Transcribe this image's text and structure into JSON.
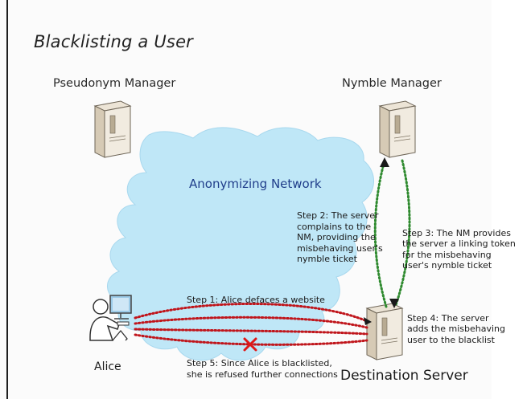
{
  "title": "Blacklisting a User",
  "nodes": {
    "pseudonym_manager": "Pseudonym Manager",
    "nymble_manager": "Nymble Manager",
    "anonymizing_network": "Anonymizing Network",
    "alice": "Alice",
    "destination_server": "Destination Server"
  },
  "steps": {
    "step1": "Step 1: Alice defaces a website",
    "step2": "Step 2: The server\ncomplains to the\nNM, providing the\nmisbehaving user's\nnymble ticket",
    "step3": "Step 3: The NM provides\nthe server a linking token\nfor the misbehaving\nuser's nymble ticket",
    "step4": "Step 4: The server\nadds the misbehaving\nuser to the blacklist",
    "step5": "Step 5: Since Alice is blacklisted,\nshe is refused further connections"
  },
  "colors": {
    "cloud": "#bfe7f7",
    "red_link": "#c0151b",
    "green_link": "#2f8a2f",
    "network_text": "#1f3d8a"
  },
  "icons": [
    "server-icon",
    "user-computer-icon",
    "blocked-x-icon"
  ]
}
